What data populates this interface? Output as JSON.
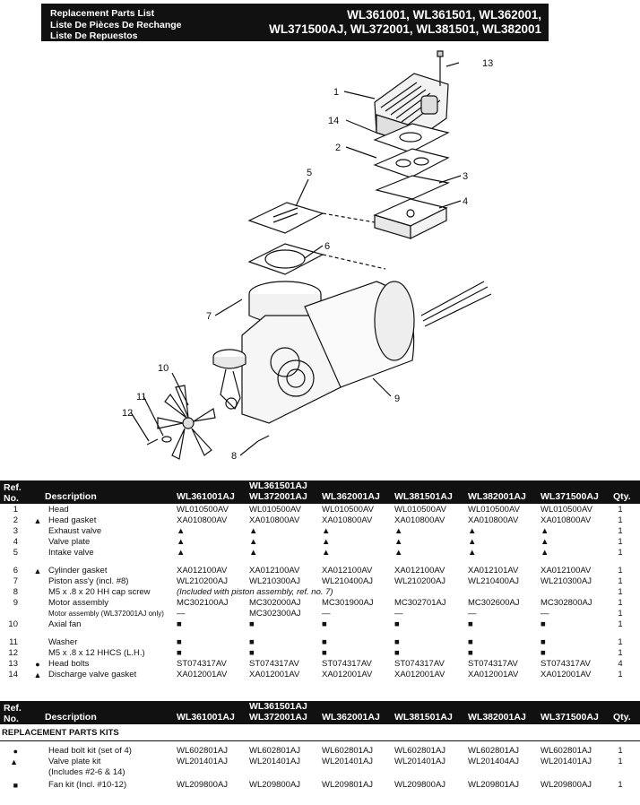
{
  "header": {
    "left_lines": [
      "Replacement Parts List",
      "Liste De Pièces De Rechange",
      "Liste De Repuestos"
    ],
    "right_lines": [
      "WL361001, WL361501, WL362001,",
      "WL371500AJ, WL372001, WL381501, WL382001"
    ]
  },
  "diagram": {
    "callouts": [
      "1",
      "2",
      "3",
      "4",
      "5",
      "6",
      "7",
      "8",
      "9",
      "10",
      "11",
      "12",
      "13",
      "14"
    ]
  },
  "symbols": {
    "circle": "●",
    "triangle": "▲",
    "square": "■"
  },
  "parts_table": {
    "headers": {
      "ref_line1": "Ref.",
      "ref_line2": "No.",
      "description": "Description",
      "models": [
        "WL361001AJ",
        "WL361501AJ",
        "WL372001AJ",
        "WL362001AJ",
        "WL381501AJ",
        "WL382001AJ",
        "WL371500AJ"
      ],
      "qty": "Qty."
    },
    "rows": [
      {
        "ref": "1",
        "mark": "",
        "desc": "Head",
        "vals": [
          "WL010500AV",
          "WL010500AV",
          "WL010500AV",
          "WL010500AV",
          "WL010500AV",
          "WL010500AV"
        ],
        "qty": "1"
      },
      {
        "ref": "2",
        "mark": "▲",
        "desc": "Head gasket",
        "vals": [
          "XA010800AV",
          "XA010800AV",
          "XA010800AV",
          "XA010800AV",
          "XA010800AV",
          "XA010800AV"
        ],
        "qty": "1"
      },
      {
        "ref": "3",
        "mark": "",
        "desc": "Exhaust valve",
        "vals": [
          "▲",
          "▲",
          "▲",
          "▲",
          "▲",
          "▲"
        ],
        "qty": "1"
      },
      {
        "ref": "4",
        "mark": "",
        "desc": "Valve plate",
        "vals": [
          "▲",
          "▲",
          "▲",
          "▲",
          "▲",
          "▲"
        ],
        "qty": "1"
      },
      {
        "ref": "5",
        "mark": "",
        "desc": "Intake valve",
        "vals": [
          "▲",
          "▲",
          "▲",
          "▲",
          "▲",
          "▲"
        ],
        "qty": "1"
      },
      {
        "ref": "6",
        "mark": "▲",
        "desc": "Cylinder gasket",
        "vals": [
          "XA012100AV",
          "XA012100AV",
          "XA012100AV",
          "XA012100AV",
          "XA012101AV",
          "XA012100AV"
        ],
        "qty": "1"
      },
      {
        "ref": "7",
        "mark": "",
        "desc": "Piston ass'y (incl. #8)",
        "vals": [
          "WL210200AJ",
          "WL210300AJ",
          "WL210400AJ",
          "WL210200AJ",
          "WL210400AJ",
          "WL210300AJ"
        ],
        "qty": "1"
      },
      {
        "ref": "8",
        "mark": "",
        "desc": "M5 x .8 x 20 HH cap screw",
        "note": "(Included with piston assembly, ref. no. 7)",
        "vals": [],
        "qty": "1"
      },
      {
        "ref": "9",
        "mark": "",
        "desc": "Motor assembly",
        "vals": [
          "MC302100AJ",
          "MC302000AJ",
          "MC301900AJ",
          "MC302701AJ",
          "MC302600AJ",
          "MC302800AJ"
        ],
        "qty": "1"
      },
      {
        "ref": "",
        "mark": "",
        "desc": "Motor assembly (WL372001AJ only)",
        "vals": [
          "—",
          "MC302300AJ",
          "—",
          "—",
          "—",
          "—"
        ],
        "qty": "1"
      },
      {
        "ref": "10",
        "mark": "",
        "desc": "Axial fan",
        "vals": [
          "■",
          "■",
          "■",
          "■",
          "■",
          "■"
        ],
        "qty": "1"
      },
      {
        "ref": "11",
        "mark": "",
        "desc": "Washer",
        "vals": [
          "■",
          "■",
          "■",
          "■",
          "■",
          "■"
        ],
        "qty": "1"
      },
      {
        "ref": "12",
        "mark": "",
        "desc": "M5 x .8 x 12 HHCS (L.H.)",
        "vals": [
          "■",
          "■",
          "■",
          "■",
          "■",
          "■"
        ],
        "qty": "1"
      },
      {
        "ref": "13",
        "mark": "●",
        "desc": "Head bolts",
        "vals": [
          "ST074317AV",
          "ST074317AV",
          "ST074317AV",
          "ST074317AV",
          "ST074317AV",
          "ST074317AV"
        ],
        "qty": "4"
      },
      {
        "ref": "14",
        "mark": "▲",
        "desc": "Discharge valve gasket",
        "vals": [
          "XA012001AV",
          "XA012001AV",
          "XA012001AV",
          "XA012001AV",
          "XA012001AV",
          "XA012001AV"
        ],
        "qty": "1"
      }
    ]
  },
  "kits_table": {
    "section_title": "REPLACEMENT PARTS KITS",
    "rows": [
      {
        "mark": "●",
        "desc": "Head bolt kit (set of 4)",
        "vals": [
          "WL602801AJ",
          "WL602801AJ",
          "WL602801AJ",
          "WL602801AJ",
          "WL602801AJ",
          "WL602801AJ"
        ],
        "qty": "1"
      },
      {
        "mark": "▲",
        "desc": "Valve plate kit",
        "vals": [
          "WL201401AJ",
          "WL201401AJ",
          "WL201401AJ",
          "WL201401AJ",
          "WL201404AJ",
          "WL201401AJ"
        ],
        "qty": "1"
      },
      {
        "mark": "",
        "desc": "(Includes #2-6 & 14)",
        "vals": [],
        "qty": ""
      },
      {
        "mark": "■",
        "desc": "Fan kit (Incl. #10-12)",
        "vals": [
          "WL209800AJ",
          "WL209800AJ",
          "WL209801AJ",
          "WL209800AJ",
          "WL209801AJ",
          "WL209800AJ"
        ],
        "qty": "1"
      }
    ]
  }
}
